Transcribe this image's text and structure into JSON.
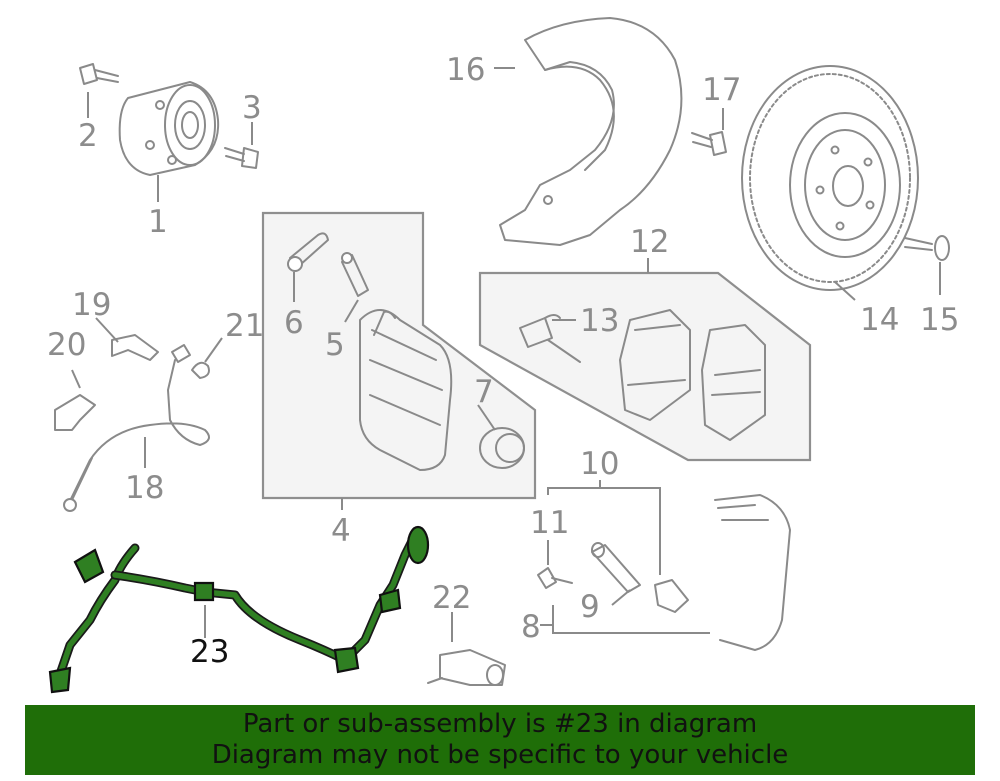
{
  "callouts": {
    "c1": "1",
    "c2": "2",
    "c3": "3",
    "c4": "4",
    "c5": "5",
    "c6": "6",
    "c7": "7",
    "c8": "8",
    "c9": "9",
    "c10": "10",
    "c11": "11",
    "c12": "12",
    "c13": "13",
    "c14": "14",
    "c15": "15",
    "c16": "16",
    "c17": "17",
    "c18": "18",
    "c19": "19",
    "c20": "20",
    "c21": "21",
    "c22": "22",
    "c23": "23"
  },
  "highlight": {
    "part_number": "23",
    "color": "#2f7f22"
  },
  "banner": {
    "line1": "Part or sub-assembly is #23 in diagram",
    "line2": "Diagram may not be specific to your vehicle",
    "color": "#1f6e08"
  }
}
